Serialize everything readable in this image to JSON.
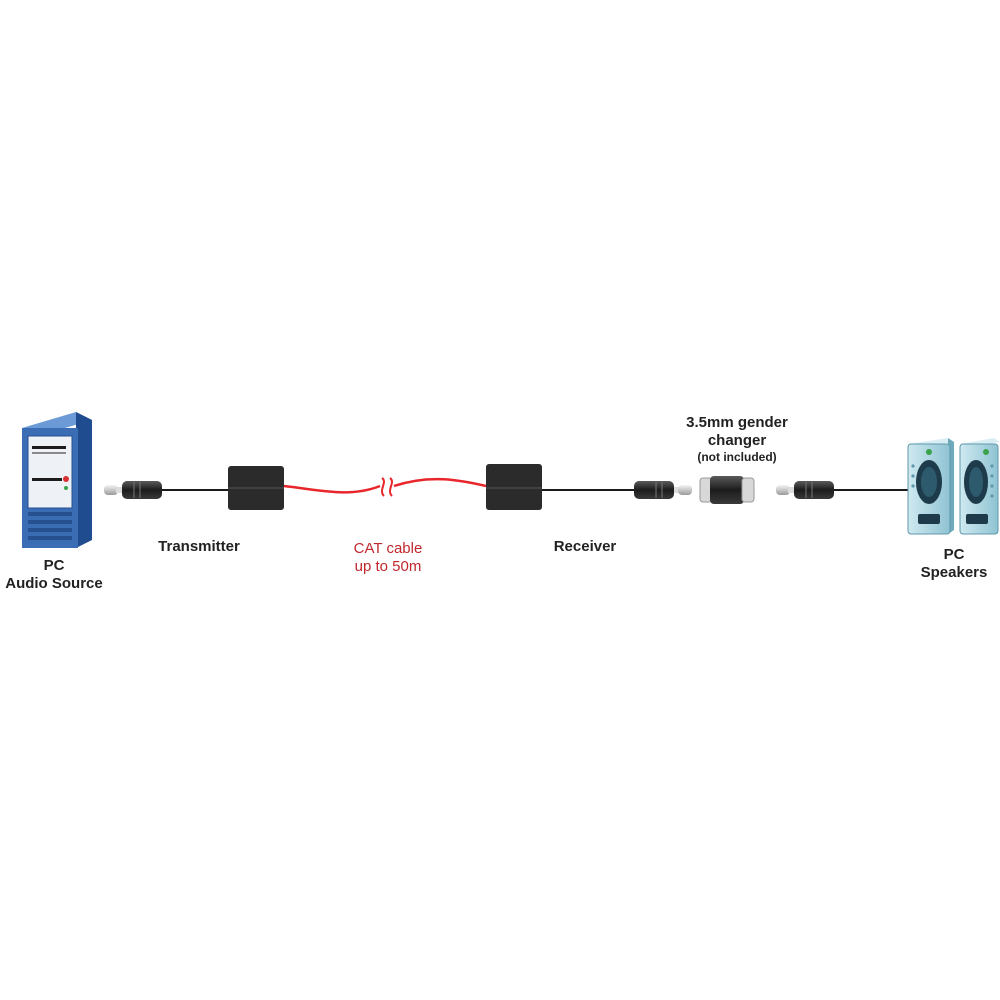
{
  "colors": {
    "cable_black": "#1a1a1a",
    "cat_cable": "#e8262b",
    "box": "#2b2b2b",
    "pc_blue": "#3a6db4",
    "speaker": "#a8d4e0",
    "label_red": "#c0282d"
  },
  "nodes": {
    "pc": {
      "line1": "PC",
      "line2": "Audio Source"
    },
    "transmitter": {
      "label": "Transmitter"
    },
    "cat_cable": {
      "line1": "CAT cable",
      "line2": "up to 50m"
    },
    "receiver": {
      "label": "Receiver"
    },
    "gender_changer": {
      "line1": "3.5mm gender",
      "line2": "changer",
      "note": "(not included)"
    },
    "speakers": {
      "line1": "PC",
      "line2": "Speakers"
    }
  }
}
